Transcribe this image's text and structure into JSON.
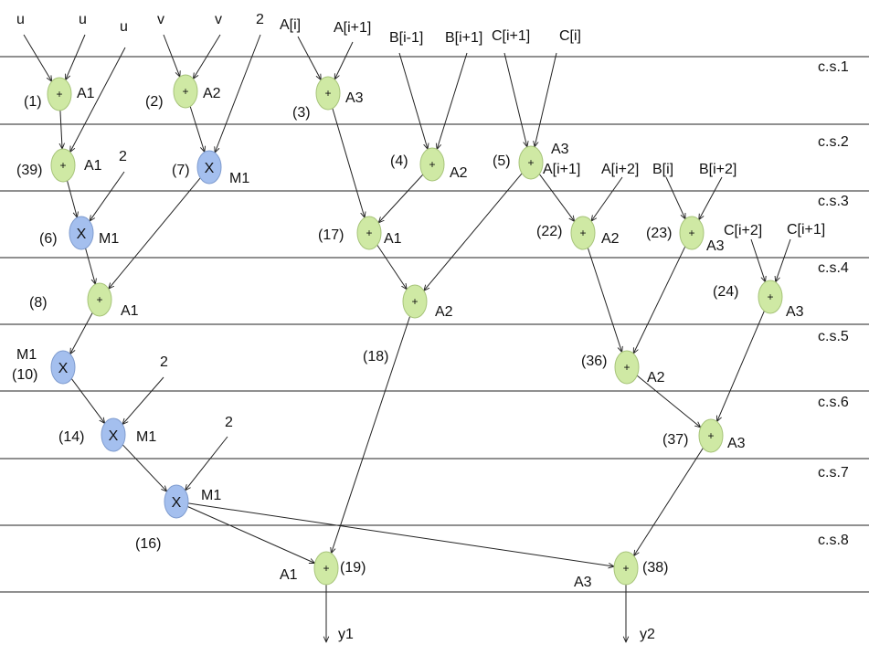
{
  "steps": [
    "c.s.1",
    "c.s.2",
    "c.s.3",
    "c.s.4",
    "c.s.5",
    "c.s.6",
    "c.s.7",
    "c.s.8"
  ],
  "colors": {
    "adder": "#cfe9a4",
    "multiplier": "#a4bfee",
    "line": "#222222"
  },
  "inputs": [
    {
      "id": "in_u1",
      "text": "u"
    },
    {
      "id": "in_u2",
      "text": "u"
    },
    {
      "id": "in_u3",
      "text": "u"
    },
    {
      "id": "in_v1",
      "text": "v"
    },
    {
      "id": "in_v2",
      "text": "v"
    },
    {
      "id": "in_2a",
      "text": "2"
    },
    {
      "id": "in_Ai",
      "text": "A[i]"
    },
    {
      "id": "in_Ai1",
      "text": "A[i+1]"
    },
    {
      "id": "in_Bim1",
      "text": "B[i-1]"
    },
    {
      "id": "in_Bip1",
      "text": "B[i+1]"
    },
    {
      "id": "in_Ci1",
      "text": "C[i+1]"
    },
    {
      "id": "in_Ci",
      "text": "C[i]"
    },
    {
      "id": "in_2b",
      "text": "2"
    },
    {
      "id": "in_Ai1b",
      "text": "A[i+1]"
    },
    {
      "id": "in_Ai2",
      "text": "A[i+2]"
    },
    {
      "id": "in_Bi",
      "text": "B[i]"
    },
    {
      "id": "in_Bi2",
      "text": "B[i+2]"
    },
    {
      "id": "in_Ci2",
      "text": "C[i+2]"
    },
    {
      "id": "in_Ci1b",
      "text": "C[i+1]"
    },
    {
      "id": "in_2c",
      "text": "2"
    },
    {
      "id": "in_2d",
      "text": "2"
    }
  ],
  "nodes": [
    {
      "id": "n1",
      "op": "+",
      "num": "(1)",
      "unit": "A1"
    },
    {
      "id": "n2",
      "op": "+",
      "num": "(2)",
      "unit": "A2"
    },
    {
      "id": "n3",
      "op": "+",
      "num": "(3)",
      "unit": "A3"
    },
    {
      "id": "n39",
      "op": "+",
      "num": "(39)",
      "unit": "A1"
    },
    {
      "id": "n7",
      "op": "X",
      "num": "(7)",
      "unit": "M1"
    },
    {
      "id": "n4",
      "op": "+",
      "num": "(4)",
      "unit": "A2"
    },
    {
      "id": "n5",
      "op": "+",
      "num": "(5)",
      "unit": "A3"
    },
    {
      "id": "n6",
      "op": "X",
      "num": "(6)",
      "unit": "M1"
    },
    {
      "id": "n17",
      "op": "+",
      "num": "(17)",
      "unit": "A1"
    },
    {
      "id": "n22",
      "op": "+",
      "num": "(22)",
      "unit": "A2"
    },
    {
      "id": "n23",
      "op": "+",
      "num": "(23)",
      "unit": "A3"
    },
    {
      "id": "n8",
      "op": "+",
      "num": "(8)",
      "unit": "A1"
    },
    {
      "id": "n18",
      "op": "+",
      "num": "(18)",
      "unit": "A2"
    },
    {
      "id": "n24",
      "op": "+",
      "num": "(24)",
      "unit": "A3"
    },
    {
      "id": "n10",
      "op": "X",
      "num": "(10)",
      "unit": "M1"
    },
    {
      "id": "n36",
      "op": "+",
      "num": "(36)",
      "unit": "A2"
    },
    {
      "id": "n14",
      "op": "X",
      "num": "(14)",
      "unit": "M1"
    },
    {
      "id": "n37",
      "op": "+",
      "num": "(37)",
      "unit": "A3"
    },
    {
      "id": "n16",
      "op": "X",
      "num": "(16)",
      "unit": "M1"
    },
    {
      "id": "n19",
      "op": "+",
      "num": "(19)",
      "unit": "A1"
    },
    {
      "id": "n38",
      "op": "+",
      "num": "(38)",
      "unit": "A3"
    }
  ],
  "outputs": [
    {
      "id": "out_y1",
      "text": "y1"
    },
    {
      "id": "out_y2",
      "text": "y2"
    }
  ],
  "edges": [
    [
      "in_u1",
      "n1"
    ],
    [
      "in_u2",
      "n1"
    ],
    [
      "in_v1",
      "n2"
    ],
    [
      "in_v2",
      "n2"
    ],
    [
      "in_Ai",
      "n3"
    ],
    [
      "in_Ai1",
      "n3"
    ],
    [
      "n1",
      "n39"
    ],
    [
      "in_u3",
      "n39"
    ],
    [
      "n2",
      "n7"
    ],
    [
      "in_2a",
      "n7"
    ],
    [
      "in_Bim1",
      "n4"
    ],
    [
      "in_Bip1",
      "n4"
    ],
    [
      "in_Ci1",
      "n5"
    ],
    [
      "in_Ci",
      "n5"
    ],
    [
      "n39",
      "n6"
    ],
    [
      "in_2b",
      "n6"
    ],
    [
      "n3",
      "n17"
    ],
    [
      "n4",
      "n17"
    ],
    [
      "n5",
      "n22"
    ],
    [
      "in_Ai2",
      "n22"
    ],
    [
      "in_Bi",
      "n23"
    ],
    [
      "in_Bi2",
      "n23"
    ],
    [
      "n6",
      "n8"
    ],
    [
      "n7",
      "n8"
    ],
    [
      "n17",
      "n18"
    ],
    [
      "n5",
      "n18"
    ],
    [
      "in_Ci2",
      "n24"
    ],
    [
      "in_Ci1b",
      "n24"
    ],
    [
      "n8",
      "n10"
    ],
    [
      "n22",
      "n36"
    ],
    [
      "n23",
      "n36"
    ],
    [
      "n10",
      "n14"
    ],
    [
      "in_2c",
      "n14"
    ],
    [
      "n36",
      "n37"
    ],
    [
      "n24",
      "n37"
    ],
    [
      "n14",
      "n16"
    ],
    [
      "in_2d",
      "n16"
    ],
    [
      "n16",
      "n19"
    ],
    [
      "n18",
      "n19"
    ],
    [
      "n16",
      "n38"
    ],
    [
      "n37",
      "n38"
    ],
    [
      "n19",
      "out_y1"
    ],
    [
      "n38",
      "out_y2"
    ]
  ]
}
